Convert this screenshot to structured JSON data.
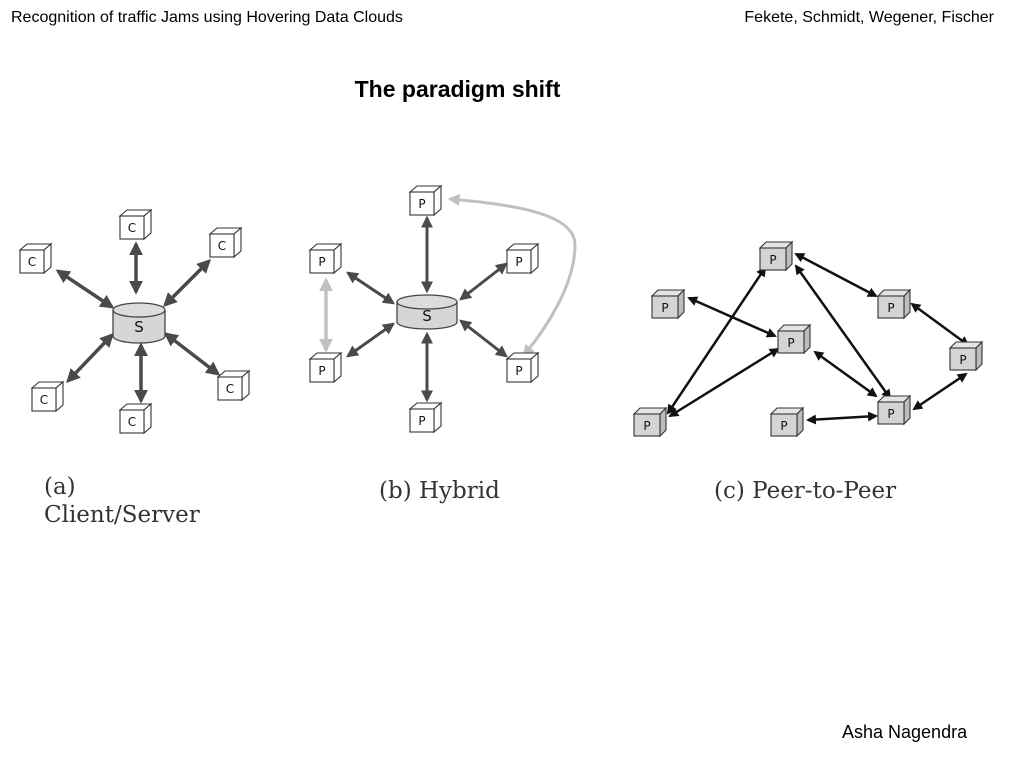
{
  "header": {
    "left": "Recognition of traffic Jams using Hovering Data Clouds",
    "right": "Fekete, Schmidt, Wegener, Fischer"
  },
  "slide": {
    "title": "The paradigm shift",
    "author": "Asha Nagendra"
  },
  "diagram": {
    "client_server": {
      "caption_line1": "(a)",
      "caption_line2": "Client/Server",
      "server_label": "S",
      "client_label": "C"
    },
    "hybrid": {
      "caption": "(b) Hybrid",
      "server_label": "S",
      "peer_label": "P"
    },
    "peer_to_peer": {
      "caption": "(c) Peer-to-Peer",
      "peer_label": "P"
    }
  }
}
